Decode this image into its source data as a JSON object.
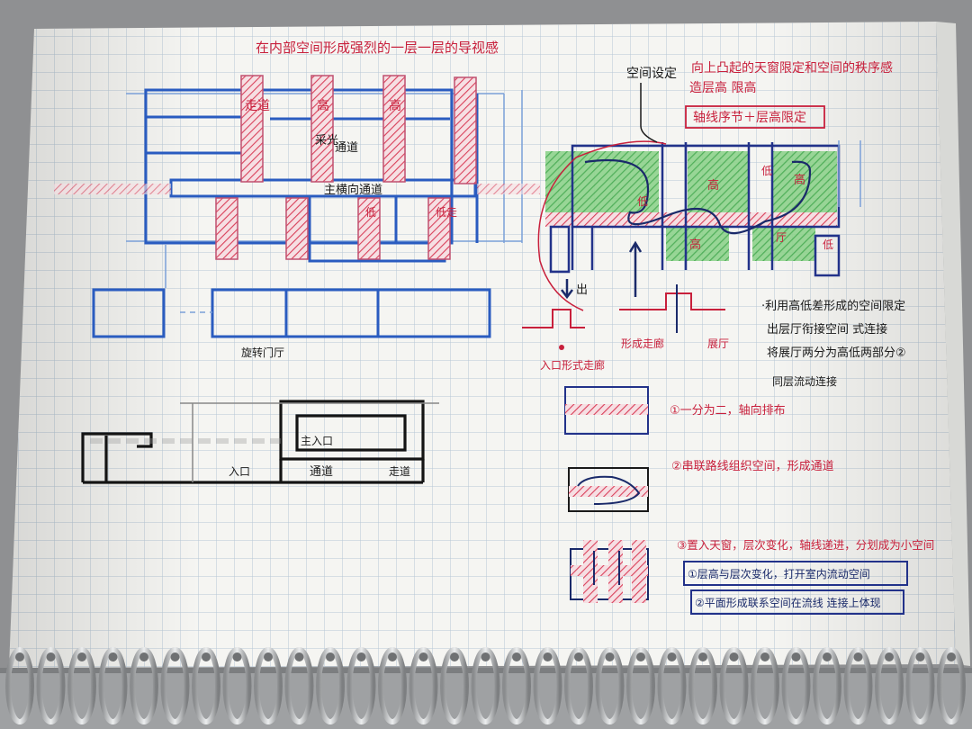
{
  "photo": {
    "subject": "notebook-page",
    "colors": {
      "background": "#8f9092",
      "paper": "#f6f6f3",
      "grid": "#b9c9d8",
      "ink_blue": "#2a5cc0",
      "ink_red": "#d23a52",
      "ink_black": "#141414",
      "ink_navy": "#22328a",
      "hatch_green": "#58c060",
      "hatch_red": "#e0506a",
      "spiral": "#c4c6c8"
    }
  },
  "notes": {
    "plan_title": "在内部空间形成强烈的一层一层的导视感",
    "corridor": "走道",
    "high1": "高",
    "high2": "高",
    "light": "采光",
    "passage": "通道",
    "main_axis": "主横向通道",
    "low1": "低",
    "low2": "低走",
    "rotate_door": "旋转门厅",
    "section_label1": "主入口",
    "section_label2": "入口",
    "section_label3": "通道",
    "section_label4": "走道",
    "space_setting": "空间设定",
    "concept": "向上凸起的天窗限定和空间的秩序感",
    "concept2": "造层高 限高",
    "axis_box": "轴线序节＋层高限定",
    "diag_high1": "低",
    "diag_high2": "高",
    "diag_high3": "高",
    "diag_high4": "高",
    "diag_low1": "低",
    "diag_low2": "低",
    "diag_ting": "厅",
    "exit": "出",
    "form_corridor": "形成走廊",
    "hall": "展厅",
    "entrance_corridor": "入口形式走廊",
    "bullet1": "·利用高低差形成的空间限定",
    "bullet2": "出层厅衔接空间 式连接",
    "bullet3": "将展厅两分为高低两部分②",
    "bullet4": "同层流动连接",
    "step1": "①一分为二，轴向排布",
    "step2": "②串联路线组织空间，形成通道",
    "step3": "③置入天窗，层次变化，轴线递进，分划成为小空间",
    "box1": "①层高与层次变化，打开室内流动空间",
    "box2": "②平面形成联系空间在流线 连接上体现"
  }
}
